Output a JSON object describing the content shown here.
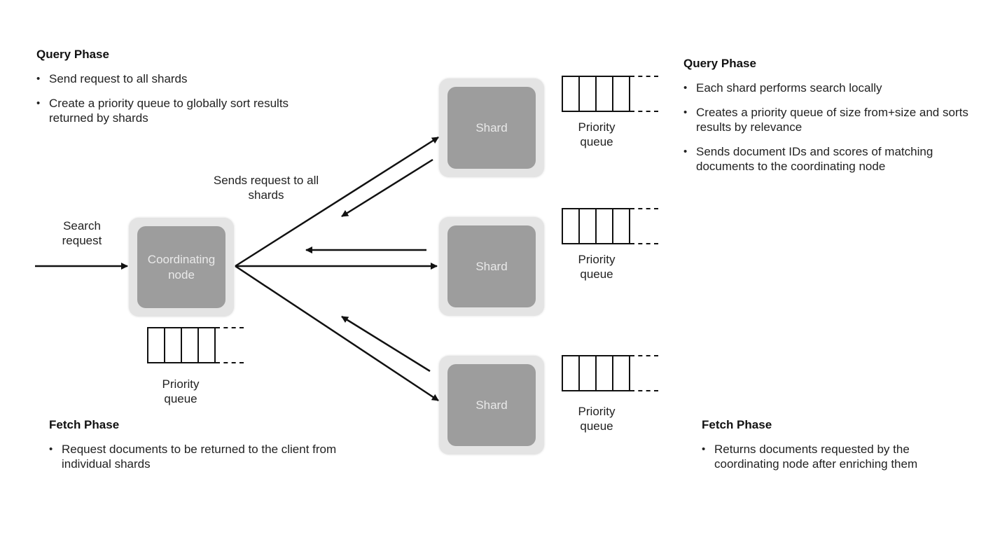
{
  "left_query": {
    "heading": "Query Phase",
    "bullets": [
      "Send request to all shards",
      "Create a priority queue to globally sort results returned by shards"
    ]
  },
  "right_query": {
    "heading": "Query Phase",
    "bullets": [
      "Each shard performs search locally",
      "Creates a priority queue of size from+size and sorts results by relevance",
      "Sends document IDs and scores of matching documents to the coordinating node"
    ]
  },
  "left_fetch": {
    "heading": "Fetch Phase",
    "bullets": [
      "Request documents to be returned to the client from individual shards"
    ]
  },
  "right_fetch": {
    "heading": "Fetch Phase",
    "bullets": [
      "Returns documents requested by the coordinating node after enriching them"
    ]
  },
  "labels": {
    "search_request": "Search request",
    "sends_request": "Sends request to all shards"
  },
  "coordinating_node": "Coordinating node",
  "shards": [
    "Shard",
    "Shard",
    "Shard"
  ],
  "priority_queue_label": "Priority queue",
  "colors": {
    "node_outer": "#e4e4e4",
    "node_inner": "#9d9d9d",
    "node_text": "#e9e9e9",
    "lines": "#111111"
  }
}
